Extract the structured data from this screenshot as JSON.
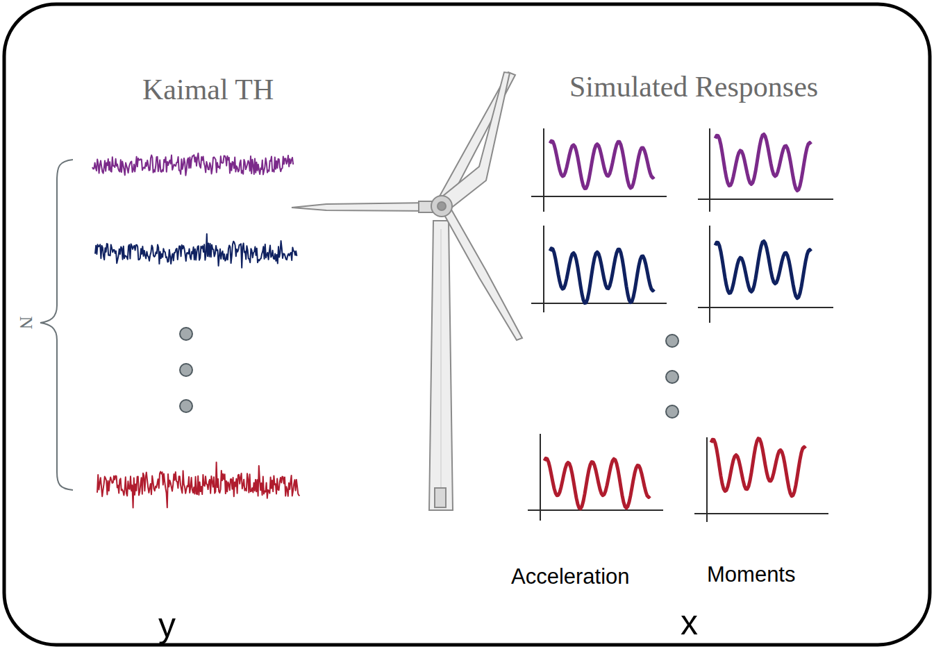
{
  "diagram": {
    "labels": [
      "Kaimal TH",
      "Simulated Responses",
      "N",
      "Acceleration",
      "Moments",
      "y",
      "x"
    ]
  }
}
